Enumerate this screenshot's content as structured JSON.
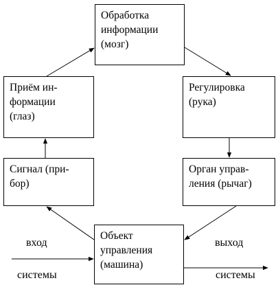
{
  "nodes": {
    "processing": [
      "Обработка",
      "информации",
      "(мозг)"
    ],
    "regulation": [
      "Регулировка",
      "(рука)"
    ],
    "organ": [
      "Орган управ-",
      "ления (рычаг)"
    ],
    "object": [
      "Объект",
      "управления",
      "(машина)"
    ],
    "signal": [
      "Сигнал (при-",
      "бор)"
    ],
    "reception": [
      "Приём ин-",
      "формации",
      "(глаз)"
    ]
  },
  "labels": {
    "input_top": "вход",
    "input_bottom": "системы",
    "output_top": "выход",
    "output_bottom": "системы"
  },
  "edges": [
    {
      "from": "Обработка информации (мозг)",
      "to": "Регулировка (рука)"
    },
    {
      "from": "Регулировка (рука)",
      "to": "Орган управления (рычаг)"
    },
    {
      "from": "Орган управления (рычаг)",
      "to": "Объект управления (машина)"
    },
    {
      "from": "Объект управления (машина)",
      "to": "Сигнал (прибор)"
    },
    {
      "from": "Сигнал (прибор)",
      "to": "Приём информации (глаз)"
    },
    {
      "from": "Приём информации (глаз)",
      "to": "Обработка информации (мозг)"
    },
    {
      "from": "вход системы",
      "to": "Объект управления (машина)"
    },
    {
      "from": "Объект управления (машина)",
      "to": "выход системы"
    }
  ],
  "colors": {
    "line": "#000000",
    "box_border": "#000000",
    "background": "#ffffff"
  }
}
